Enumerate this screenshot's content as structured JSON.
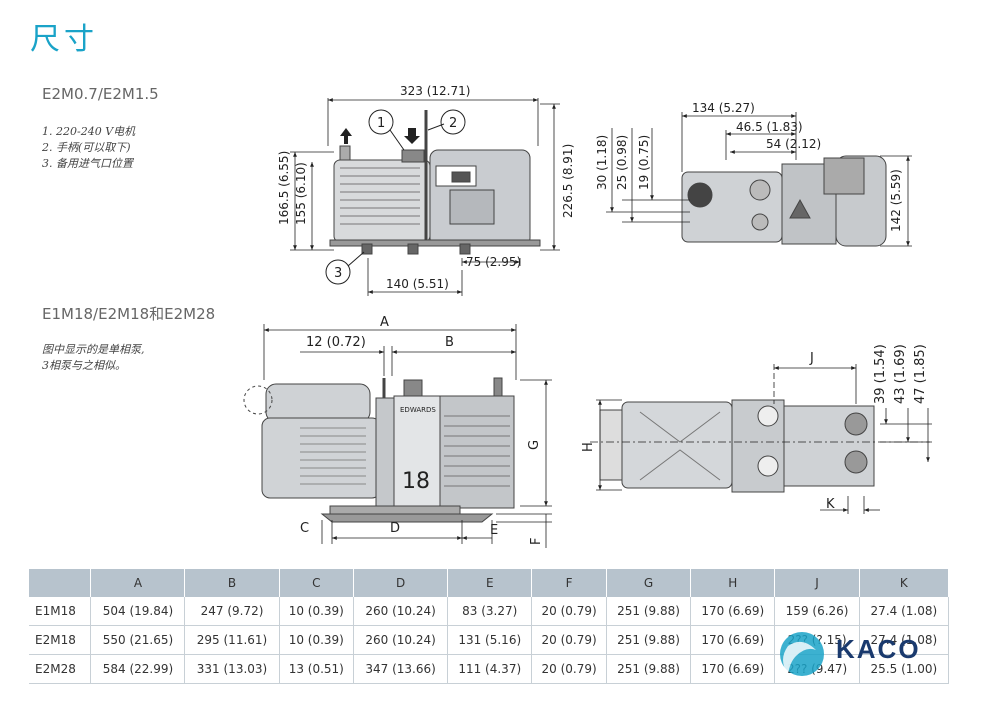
{
  "page_title": "尺寸",
  "section1": {
    "heading": "E2M0.7/E2M1.5",
    "notes": [
      "1. 220-240 V电机",
      "2. 手柄(可以取下)",
      "3. 备用进气口位置"
    ],
    "dims_side": {
      "overall": "323 (12.71)",
      "h1": "166.5 (6.55)",
      "h2": "155 (6.10)",
      "h3": "226.5 (8.91)",
      "foot": "75 (2.95)",
      "base": "140 (5.51)",
      "callouts": [
        "1",
        "2",
        "3"
      ]
    },
    "dims_top": {
      "d1": "134 (5.27)",
      "d2": "46.5 (1.83)",
      "d3": "54 (2.12)",
      "v1": "30 (1.18)",
      "v2": "25 (0.98)",
      "v3": "19 (0.75)",
      "v4": "142 (5.59)"
    }
  },
  "section2": {
    "heading": "E1M18/E2M18和E2M28",
    "notes": [
      "图中显示的是单相泵,",
      "3相泵与之相似。"
    ],
    "dims_side": {
      "A": "A",
      "B": "B",
      "off": "12 (0.72)",
      "C": "C",
      "D": "D",
      "E": "E",
      "F": "F",
      "G": "G",
      "brand": "EDWARDS",
      "size_mark": "18"
    },
    "dims_top": {
      "H": "H",
      "J": "J",
      "K": "K",
      "v1": "39 (1.54)",
      "v2": "43 (1.69)",
      "v3": "47 (1.85)"
    }
  },
  "table": {
    "headers": [
      "",
      "A",
      "B",
      "C",
      "D",
      "E",
      "F",
      "G",
      "H",
      "J",
      "K"
    ],
    "rows": [
      [
        "E1M18",
        "504 (19.84)",
        "247 (9.72)",
        "10 (0.39)",
        "260 (10.24)",
        "83 (3.27)",
        "20 (0.79)",
        "251 (9.88)",
        "170 (6.69)",
        "159 (6.26)",
        "27.4 (1.08)"
      ],
      [
        "E2M18",
        "550 (21.65)",
        "295 (11.61)",
        "10 (0.39)",
        "260 (10.24)",
        "131 (5.16)",
        "20 (0.79)",
        "251 (9.88)",
        "170 (6.69)",
        "2?? (?.15)",
        "27.4 (1.08)"
      ],
      [
        "E2M28",
        "584 (22.99)",
        "331 (13.03)",
        "13 (0.51)",
        "347 (13.66)",
        "111 (4.37)",
        "20 (0.79)",
        "251 (9.88)",
        "170 (6.69)",
        "2?? (9.47)",
        "25.5 (1.00)"
      ]
    ]
  },
  "logo": {
    "name": "KACO",
    "sub": "",
    "color": "#1a3a6e",
    "accent": "#1aa3c8"
  }
}
